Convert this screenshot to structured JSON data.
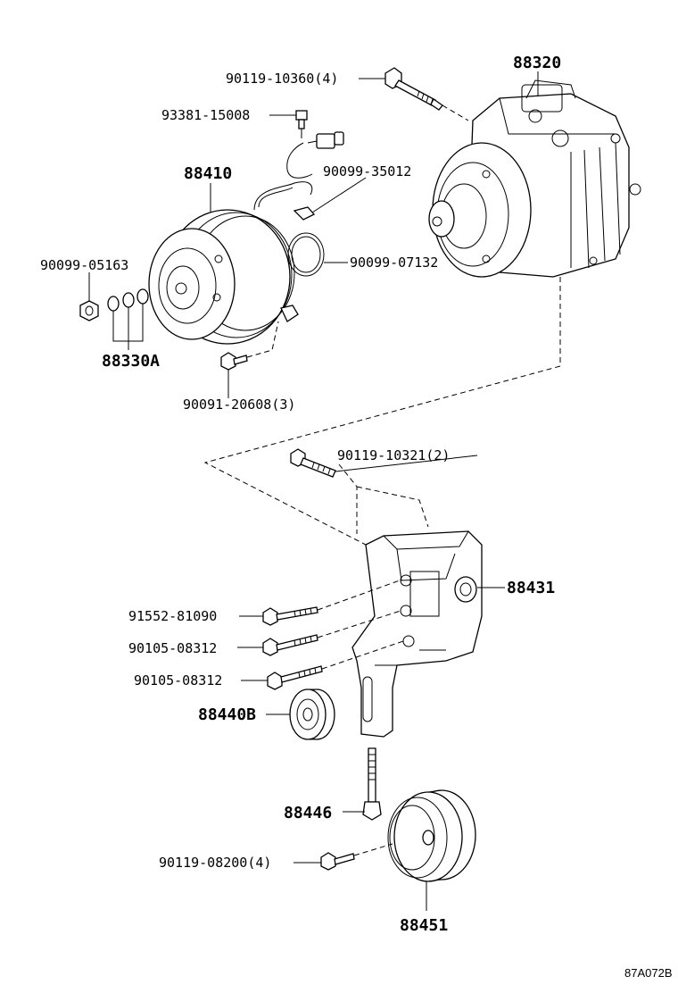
{
  "labels": {
    "p88320": "88320",
    "p90119_10360": "90119-10360(4)",
    "p93381_15008": "93381-15008",
    "p88410": "88410",
    "p90099_35012": "90099-35012",
    "p90099_05163": "90099-05163",
    "p90099_07132": "90099-07132",
    "p88330A": "88330A",
    "p90091_20608": "90091-20608(3)",
    "p90119_10321": "90119-10321(2)",
    "p88431": "88431",
    "p91552_81090": "91552-81090",
    "p90105_08312a": "90105-08312",
    "p90105_08312b": "90105-08312",
    "p88440B": "88440B",
    "p88446": "88446",
    "p90119_08200": "90119-08200(4)",
    "p88451": "88451"
  },
  "diagram_code": "87A072B"
}
